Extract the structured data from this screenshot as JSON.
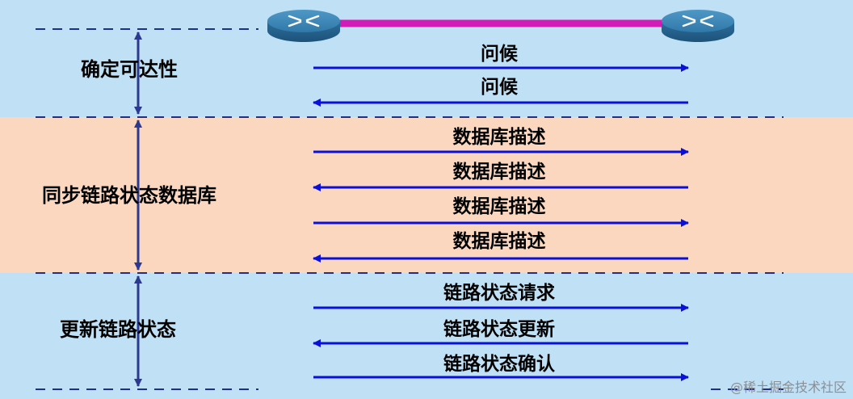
{
  "phases": [
    {
      "label": "确定可达性"
    },
    {
      "label": "同步链路状态数据库"
    },
    {
      "label": "更新链路状态"
    }
  ],
  "messages": [
    {
      "label": "问候",
      "direction": "right"
    },
    {
      "label": "问候",
      "direction": "left"
    },
    {
      "label": "数据库描述",
      "direction": "right"
    },
    {
      "label": "数据库描述",
      "direction": "left"
    },
    {
      "label": "数据库描述",
      "direction": "right"
    },
    {
      "label": "数据库描述",
      "direction": "left"
    },
    {
      "label": "链路状态请求",
      "direction": "right"
    },
    {
      "label": "链路状态更新",
      "direction": "left"
    },
    {
      "label": "链路状态确认",
      "direction": "right"
    }
  ],
  "routers": [
    {
      "icon": "router-icon"
    },
    {
      "icon": "router-icon"
    }
  ],
  "colors": {
    "band_blue": "#bfe0f5",
    "band_orange": "#fbd7bf",
    "arrow": "#0a10d8",
    "link": "#d11cb8",
    "divider": "#1f2f8a"
  },
  "watermark": "@稀土掘金技术社区"
}
